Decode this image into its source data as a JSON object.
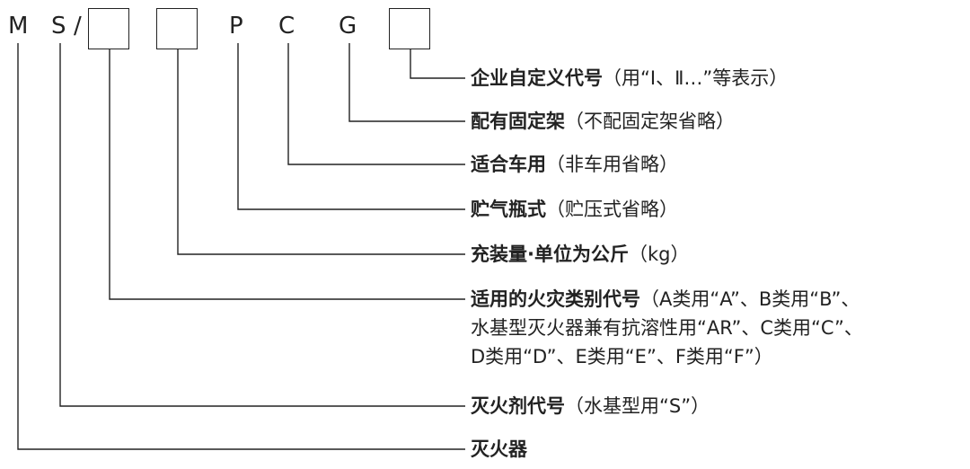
{
  "code": {
    "letters": [
      "M",
      "S",
      "/",
      "P",
      "C",
      "G"
    ]
  },
  "labels": {
    "enterprise": {
      "main": "企业自定义代号",
      "note": "（用“Ⅰ、Ⅱ…”等表示）"
    },
    "bracket": {
      "main": "配有固定架",
      "note": "（不配固定架省略）"
    },
    "vehicle": {
      "main": "适合车用",
      "note": "（非车用省略）"
    },
    "cylinder": {
      "main": "贮气瓶式",
      "note": "（贮压式省略）"
    },
    "charge": {
      "main": "充装量·单位为公斤",
      "note": "（kg）"
    },
    "fire_class": {
      "main": "适用的火灾类别代号",
      "note_line1": "（A类用“A”、B类用“B”、",
      "line2": "水基型灭火器兼有抗溶性用“AR”、C类用“C”、",
      "line3": "D类用“D”、E类用“E”、F类用“F”）"
    },
    "agent": {
      "main": "灭火剂代号",
      "note": "（水基型用“S”）"
    },
    "extinguisher": {
      "main": "灭火器"
    }
  },
  "colors": {
    "line": "#222222",
    "text": "#222222"
  }
}
